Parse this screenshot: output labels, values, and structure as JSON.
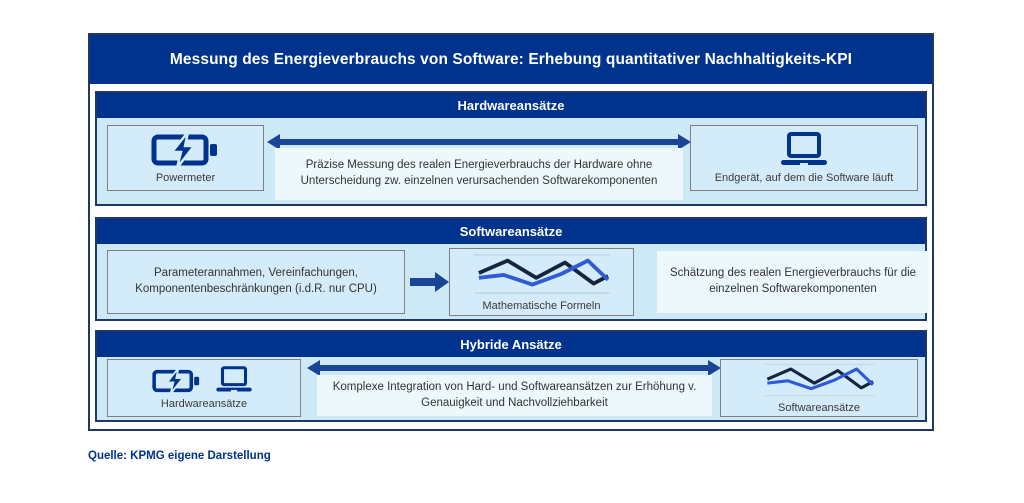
{
  "title": "Messung des Energieverbrauchs von Software: Erhebung quantitativer Nachhaltigkeits-KPI",
  "source_note": "Quelle: KPMG eigene Darstellung",
  "colors": {
    "kpmg_blue": "#00338D",
    "frame_border_navy": "#1F3864",
    "section_background": "#CDE9F6",
    "box_background": "#D4ECF9",
    "description_background": "#EDF8FD",
    "box_border_gray": "#808080",
    "arrow_blue": "#1A4496",
    "chart_line_dark": "#16243F",
    "chart_line_blue": "#2F5BD7"
  },
  "sections": [
    {
      "header": "Hardwareansätze",
      "left_box_label": "Powermeter",
      "left_box_icon": "battery-bolt-icon",
      "right_box_label": "Endgerät, auf dem die Software läuft",
      "right_box_icon": "laptop-icon",
      "arrow": "double-headed",
      "description": "Präzise Messung des realen Energieverbrauchs der Hardware ohne Unterscheidung zw. einzelnen verursachenden Softwarekomponenten"
    },
    {
      "header": "Softwareansätze",
      "input_box_label": "Parameterannahmen, Vereinfachungen, Komponentenbeschränkungen (i.d.R. nur CPU)",
      "method_box_label": "Mathematische Formeln",
      "method_box_icon": "line-chart-icon",
      "arrow": "right",
      "description": "Schätzung des realen Energieverbrauchs für die einzelnen Softwarekomponenten"
    },
    {
      "header": "Hybride Ansätze",
      "left_box_label": "Hardwareansätze",
      "left_box_icons": "battery-bolt-icon, laptop-icon",
      "right_box_label": "Softwareansätze",
      "right_box_icon": "line-chart-icon",
      "arrow": "double-headed",
      "description": "Komplexe Integration von Hard- und Softwareansätzen zur Erhöhung v. Genauigkeit und Nachvollziehbarkeit"
    }
  ]
}
